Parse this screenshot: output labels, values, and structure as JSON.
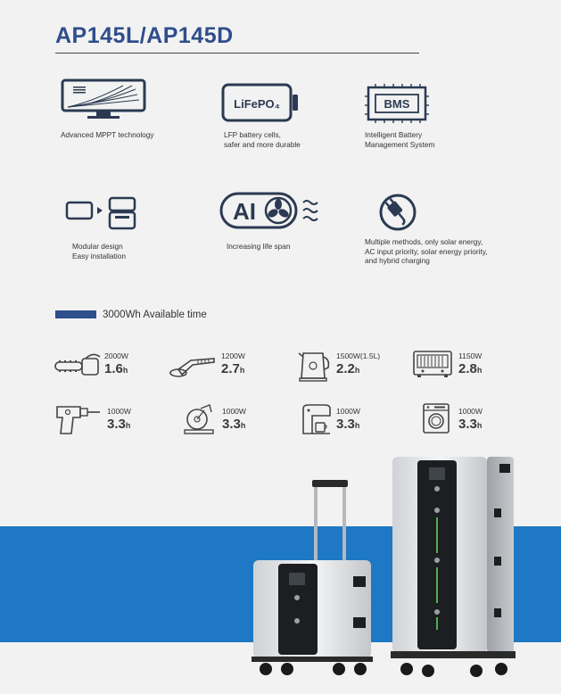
{
  "title": "AP145L/AP145D",
  "features": [
    {
      "icon": "mppt-monitor-icon",
      "lines": [
        "Advanced MPPT technology"
      ]
    },
    {
      "icon": "battery-lifepo4-icon",
      "badge": "LiFePO₄",
      "lines": [
        "LFP battery cells,",
        "safer and more durable"
      ]
    },
    {
      "icon": "bms-chip-icon",
      "badge": "BMS",
      "lines": [
        "Intelligent Battery",
        "Management System"
      ]
    },
    {
      "icon": "modular-boxes-icon",
      "lines": [
        "Modular design",
        "Easy installation"
      ]
    },
    {
      "icon": "ai-fan-icon",
      "badge": "AI",
      "lines": [
        "Increasing life span"
      ]
    },
    {
      "icon": "charging-plug-icon",
      "lines": [
        "Multiple methods, only solar energy,",
        "AC input priority, solar energy priority,",
        "and hybrid charging"
      ]
    }
  ],
  "section": {
    "label": "3000Wh Available time"
  },
  "appliances": [
    {
      "icon": "chainsaw-icon",
      "watt": "2000W",
      "hours": "1.6",
      "unit": "h"
    },
    {
      "icon": "angle-grinder-icon",
      "watt": "1200W",
      "hours": "2.7",
      "unit": "h"
    },
    {
      "icon": "kettle-icon",
      "watt": "1500W(1.5L)",
      "hours": "2.2",
      "unit": "h"
    },
    {
      "icon": "microwave-icon",
      "watt": "1150W",
      "hours": "2.8",
      "unit": "h"
    },
    {
      "icon": "drill-icon",
      "watt": "1000W",
      "hours": "3.3",
      "unit": "h"
    },
    {
      "icon": "circular-saw-icon",
      "watt": "1000W",
      "hours": "3.3",
      "unit": "h"
    },
    {
      "icon": "coffee-machine-icon",
      "watt": "1000W",
      "hours": "3.3",
      "unit": "h"
    },
    {
      "icon": "washing-machine-icon",
      "watt": "1000W",
      "hours": "3.3",
      "unit": "h"
    }
  ],
  "colors": {
    "accent": "#2e4e8c",
    "band": "#1f78c4",
    "icon": "#2b3a52"
  }
}
